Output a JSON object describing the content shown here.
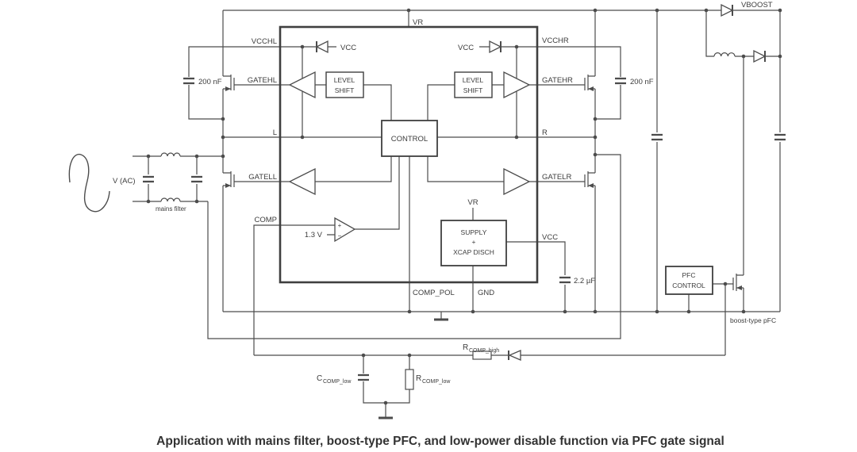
{
  "caption": "Application with mains filter, boost-type PFC, and low-power disable function via PFC gate signal",
  "colors": {
    "ink": "#4c4c4c"
  },
  "ac": {
    "source": "V (AC)",
    "filter": "mains filter"
  },
  "nets": {
    "vboost": "VBOOST",
    "vr": "VR"
  },
  "ic": {
    "pins": {
      "vcchl": "VCCHL",
      "gatehl": "GATEHL",
      "l": "L",
      "gatell": "GATELL",
      "comp": "COMP",
      "vcchr": "VCCHR",
      "gatehr": "GATEHR",
      "r": "R",
      "gatelr": "GATELR",
      "vcc": "VCC",
      "comp_pol": "COMP_POL",
      "gnd": "GND"
    },
    "blocks": {
      "level_shift_l1": "LEVEL",
      "level_shift_l2": "SHIFT",
      "control": "CONTROL",
      "supply_l1": "SUPPLY",
      "supply_l2": "+",
      "supply_l3": "XCAP DISCH",
      "supply_vr": "VR"
    },
    "internal": {
      "vcc_left": "VCC",
      "vcc_right": "VCC",
      "comp_ref": "1.3 V",
      "plus": "+",
      "minus": "−"
    }
  },
  "components": {
    "boot_cap_left": "200 nF",
    "boot_cap_right": "200 nF",
    "vcc_cap": "2.2 µF",
    "r_comp_high": {
      "main": "R",
      "sub": "COMP_high"
    },
    "c_comp_low": {
      "main": "C",
      "sub": "COMP_low"
    },
    "r_comp_low": {
      "main": "R",
      "sub": "COMP_low"
    }
  },
  "pfc": {
    "block_l1": "PFC",
    "block_l2": "CONTROL",
    "label": "boost-type pFC"
  }
}
